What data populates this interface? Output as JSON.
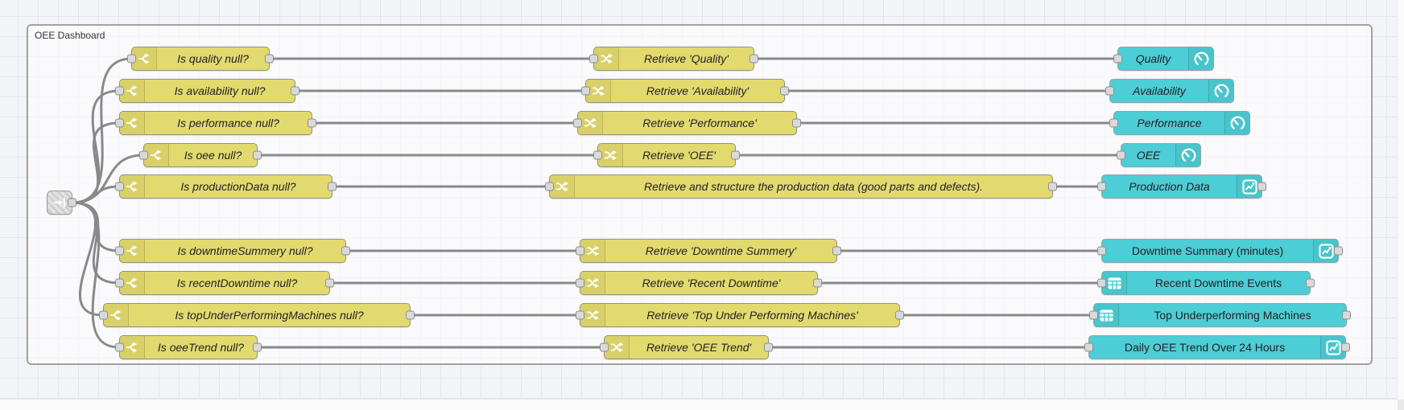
{
  "group": {
    "label": "OEE Dashboard"
  },
  "link_node": {
    "icon": "link-in-icon"
  },
  "colors": {
    "switch_node": "#e3da6f",
    "dashboard_node": "#4dcdd5",
    "wire": "#898989",
    "canvas_bg": "#f3f4f8",
    "grid_line": "#e4e6f0"
  },
  "rows": [
    {
      "condition": {
        "label": "Is quality null?",
        "icon": "switch-icon"
      },
      "transform": {
        "label": "Retrieve 'Quality'",
        "icon": "change-icon"
      },
      "output": {
        "label": "Quality",
        "icon": "gauge-icon",
        "icon_side": "right",
        "italic": true,
        "has_output_port": false
      }
    },
    {
      "condition": {
        "label": "Is availability null?",
        "icon": "switch-icon"
      },
      "transform": {
        "label": "Retrieve 'Availability'",
        "icon": "change-icon"
      },
      "output": {
        "label": "Availability",
        "icon": "gauge-icon",
        "icon_side": "right",
        "italic": true,
        "has_output_port": false
      }
    },
    {
      "condition": {
        "label": "Is performance null?",
        "icon": "switch-icon"
      },
      "transform": {
        "label": "Retrieve 'Performance'",
        "icon": "change-icon"
      },
      "output": {
        "label": "Performance",
        "icon": "gauge-icon",
        "icon_side": "right",
        "italic": true,
        "has_output_port": false
      }
    },
    {
      "condition": {
        "label": "Is oee null?",
        "icon": "switch-icon"
      },
      "transform": {
        "label": "Retrieve 'OEE'",
        "icon": "change-icon"
      },
      "output": {
        "label": "OEE",
        "icon": "gauge-icon",
        "icon_side": "right",
        "italic": true,
        "has_output_port": false
      }
    },
    {
      "condition": {
        "label": "Is productionData null?",
        "icon": "switch-icon"
      },
      "transform": {
        "label": "Retrieve and structure the production data (good parts and defects).",
        "icon": "change-icon"
      },
      "output": {
        "label": "Production Data",
        "icon": "chart-icon",
        "icon_side": "right",
        "italic": true,
        "has_output_port": true
      }
    },
    {
      "condition": {
        "label": "Is downtimeSummery null?",
        "icon": "switch-icon"
      },
      "transform": {
        "label": "Retrieve 'Downtime Summery'",
        "icon": "change-icon"
      },
      "output": {
        "label": "Downtime Summary (minutes)",
        "icon": "chart-icon",
        "icon_side": "right",
        "italic": false,
        "has_output_port": true
      }
    },
    {
      "condition": {
        "label": "Is recentDowntime null?",
        "icon": "switch-icon"
      },
      "transform": {
        "label": "Retrieve 'Recent Downtime'",
        "icon": "change-icon"
      },
      "output": {
        "label": "Recent Downtime Events",
        "icon": "table-icon",
        "icon_side": "left",
        "italic": false,
        "has_output_port": true
      }
    },
    {
      "condition": {
        "label": "Is topUnderPerformingMachines null?",
        "icon": "switch-icon"
      },
      "transform": {
        "label": "Retrieve 'Top Under Performing Machines'",
        "icon": "change-icon"
      },
      "output": {
        "label": "Top Underperforming Machines",
        "icon": "table-icon",
        "icon_side": "left",
        "italic": false,
        "has_output_port": true
      }
    },
    {
      "condition": {
        "label": "Is oeeTrend null?",
        "icon": "switch-icon"
      },
      "transform": {
        "label": "Retrieve 'OEE Trend'",
        "icon": "change-icon"
      },
      "output": {
        "label": "Daily OEE Trend Over 24 Hours",
        "icon": "chart-icon",
        "icon_side": "right",
        "italic": false,
        "has_output_port": true
      }
    }
  ]
}
